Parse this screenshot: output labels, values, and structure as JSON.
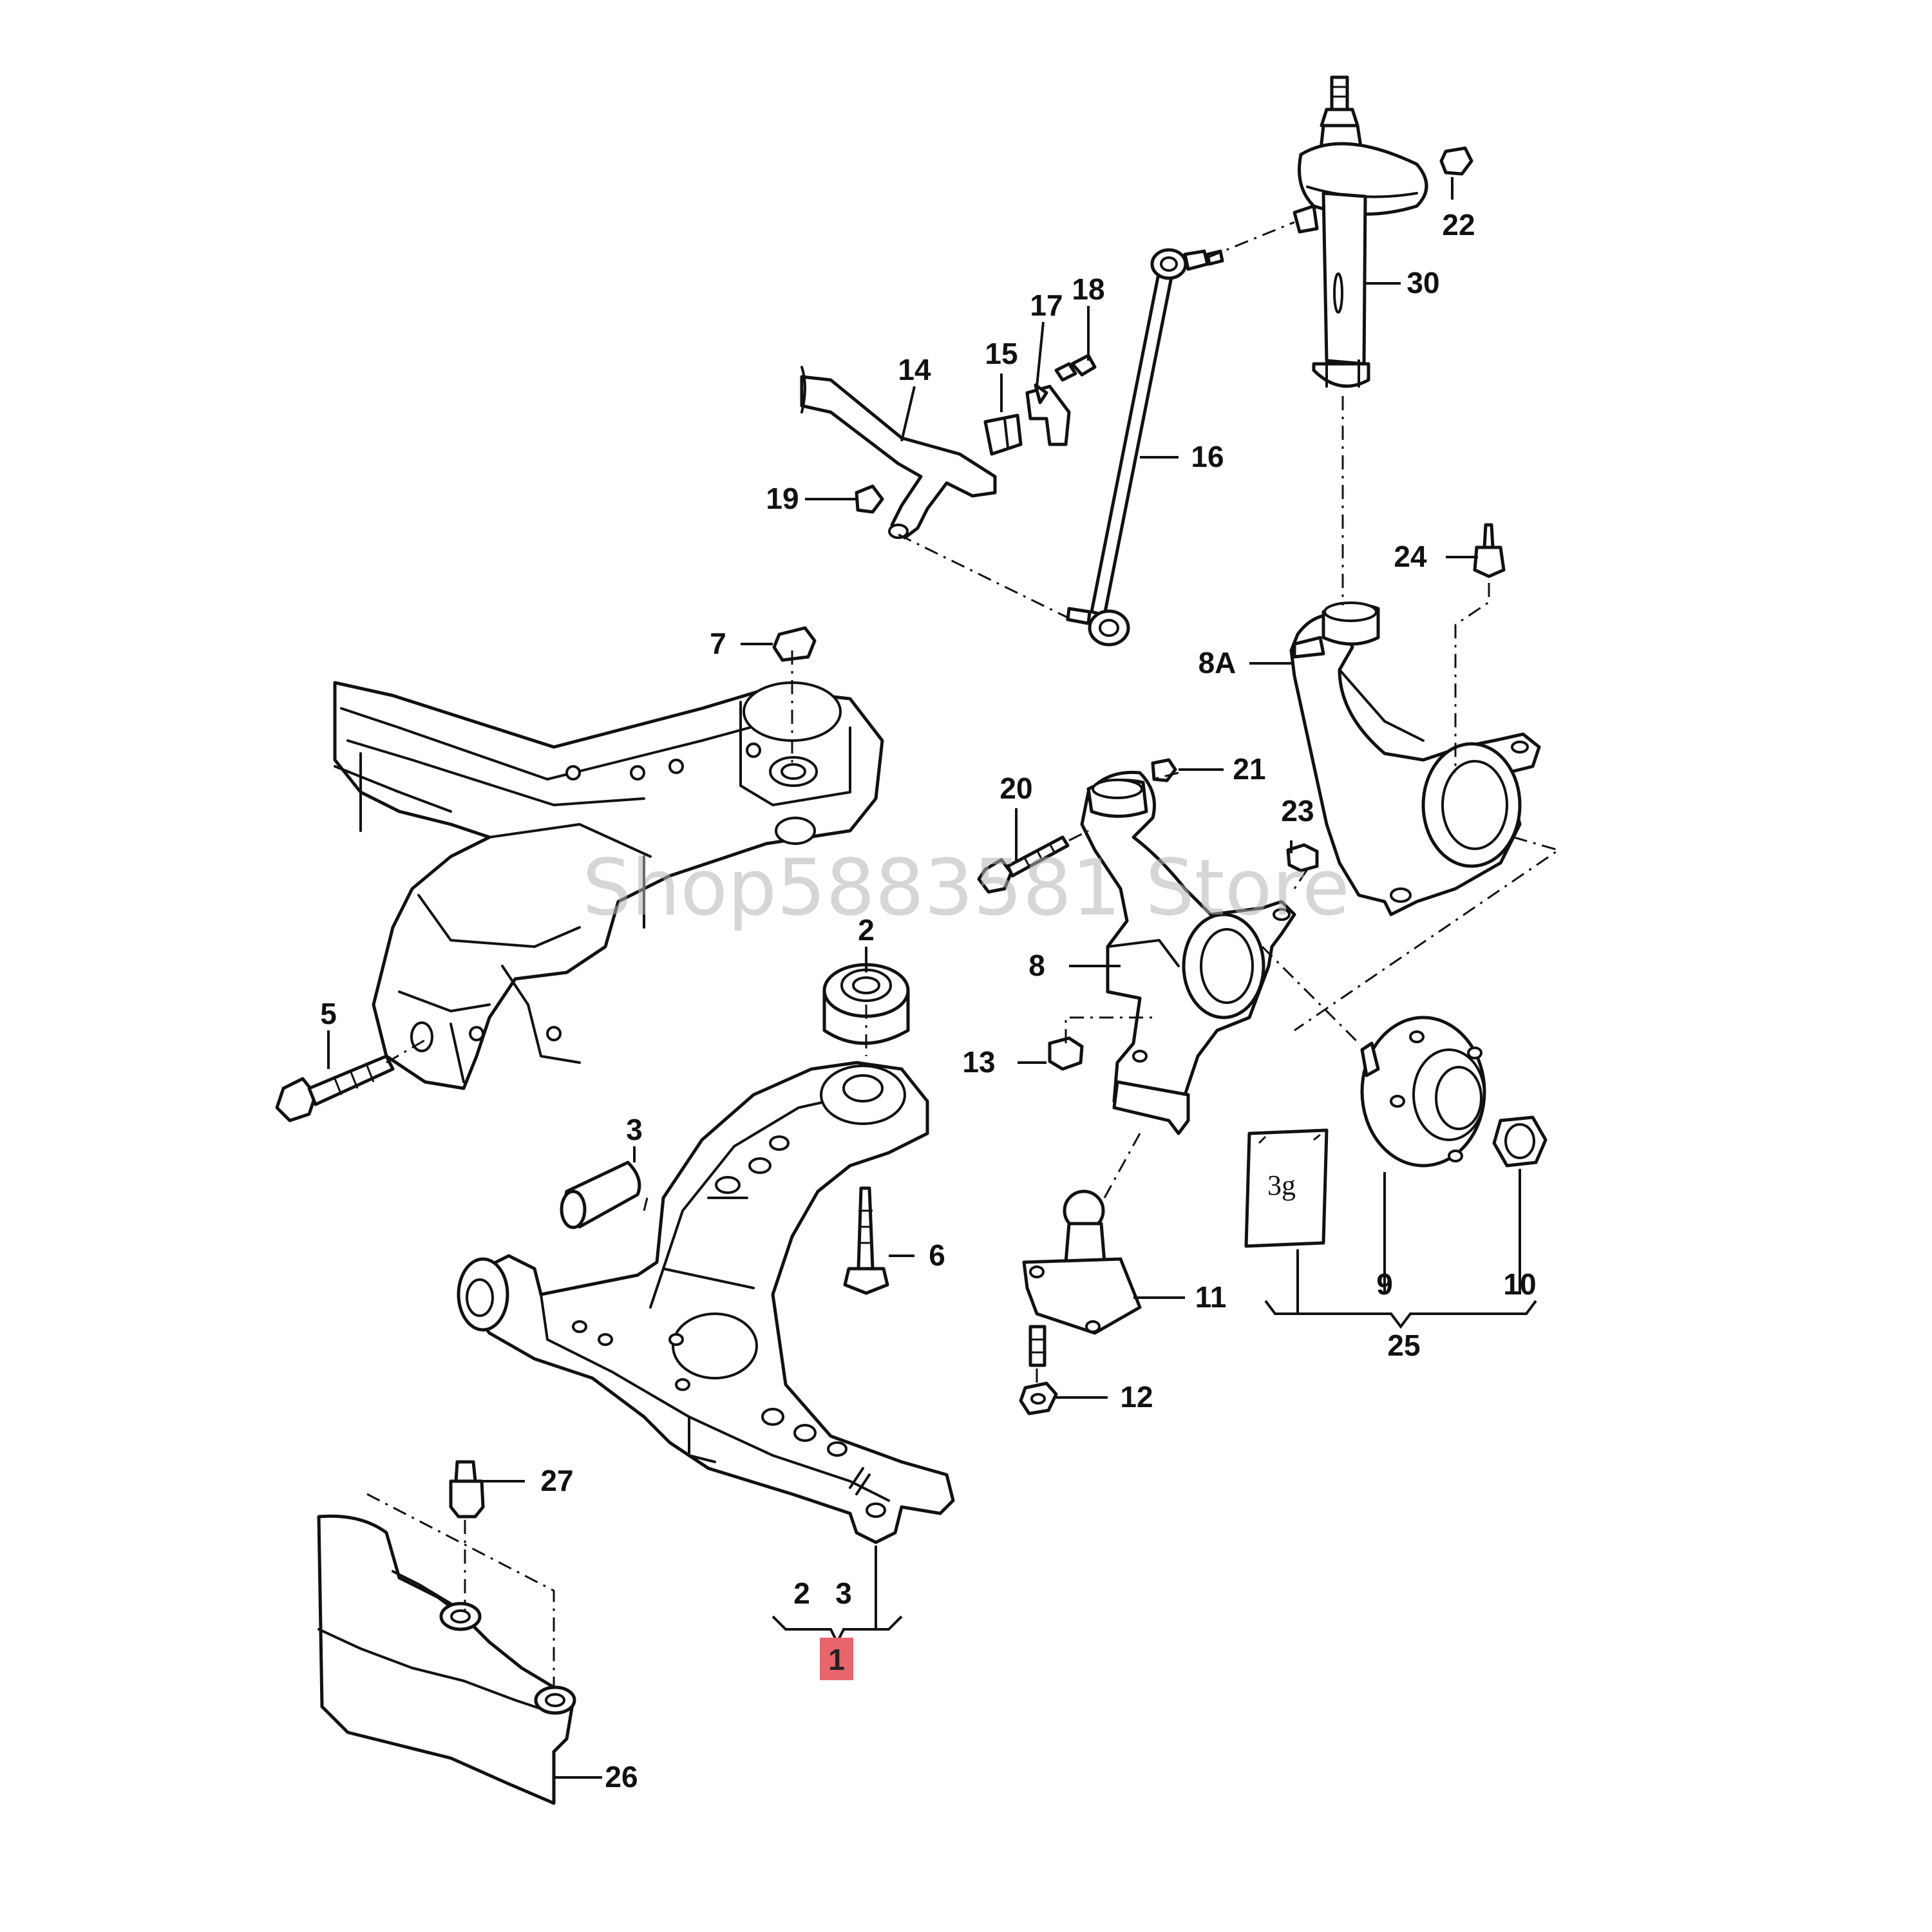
{
  "diagram": {
    "callouts": {
      "c1": "1",
      "c2": "2",
      "c2b": "2",
      "c3": "3",
      "c3b": "3",
      "c5": "5",
      "c6": "6",
      "c7": "7",
      "c8": "8",
      "c8a": "8A",
      "c9": "9",
      "c10": "10",
      "c11": "11",
      "c12": "12",
      "c13": "13",
      "c14": "14",
      "c15": "15",
      "c16": "16",
      "c17": "17",
      "c18": "18",
      "c19": "19",
      "c20": "20",
      "c21": "21",
      "c22": "22",
      "c23": "23",
      "c24": "24",
      "c25": "25",
      "c26": "26",
      "c27": "27",
      "c30": "30"
    },
    "sachet_label": "3g",
    "watermark": "Shop5883581 Store",
    "highlight_color": "#e8666b"
  }
}
